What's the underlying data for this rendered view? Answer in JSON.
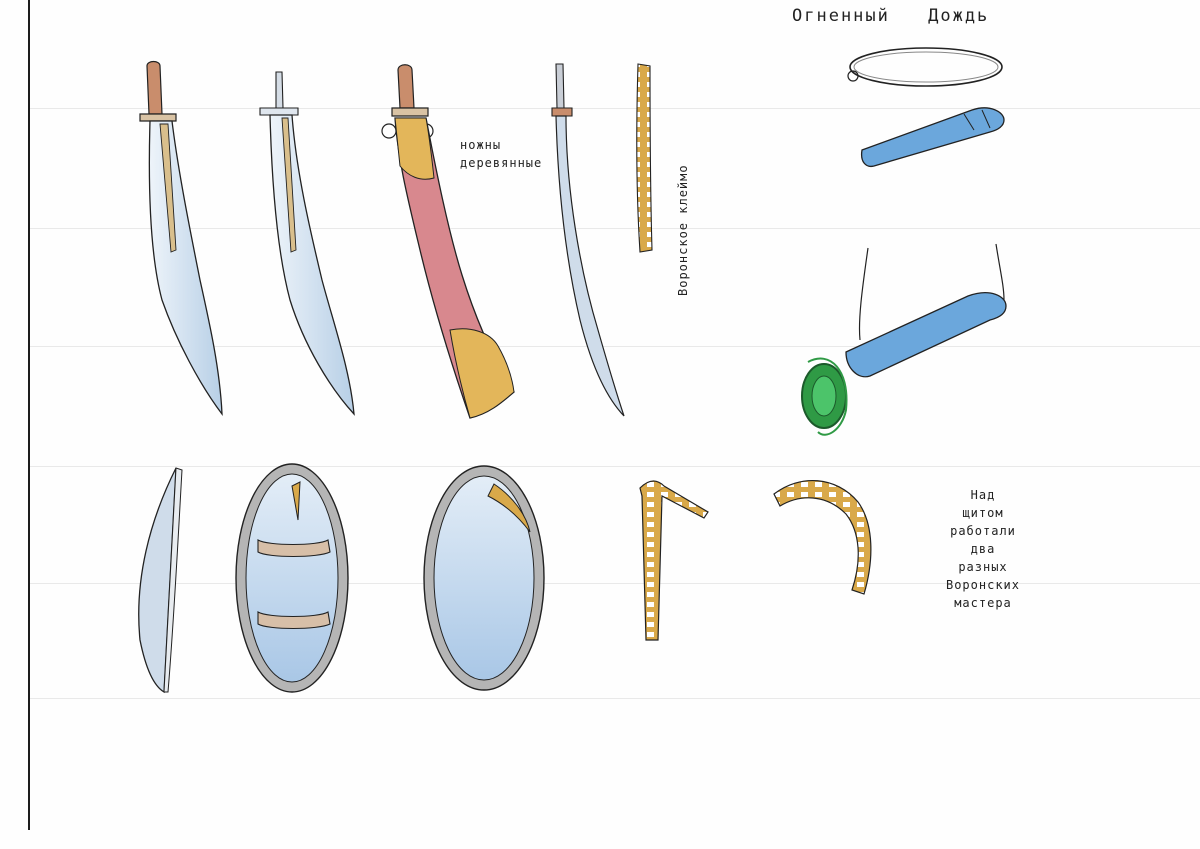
{
  "labels": {
    "title": "Огненный Дождь",
    "scabbard_note": "ножны\nдеревянные",
    "stamp_note": "Воронское клеймо",
    "shield_note": "Над\nщитом\nработали\nдва\nразных\nВоронских\nмастера"
  },
  "icons": {
    "sabre_1": "sabre-with-brown-hilt-icon",
    "sabre_2": "sabre-with-silver-crossguard-icon",
    "scabbard": "wooden-scabbard-with-flame-pattern-icon",
    "thin_sword": "thin-curved-sword-icon",
    "stamp_vertical": "gold-openwork-stamp-icon",
    "ring": "metal-ring-icon",
    "bar": "blue-bar-icon",
    "amulet": "green-gem-pendant-icon",
    "shield_side": "shield-side-view-icon",
    "shield_back": "shield-back-view-icon",
    "shield_front": "shield-front-view-icon",
    "gold_angle": "gold-angled-fitting-icon",
    "gold_arc": "gold-arched-fitting-icon"
  },
  "colors": {
    "blade": "#c9dcec",
    "hilt": "#c98d6c",
    "scabbard_red": "#d8888e",
    "scabbard_gold": "#e3b65a",
    "gold": "#d9a94a",
    "steel_blue": "#6ba7dc",
    "emerald": "#2f9a45",
    "shield_rim": "#b5b5b5",
    "shield_face": "#bcd5ec"
  }
}
